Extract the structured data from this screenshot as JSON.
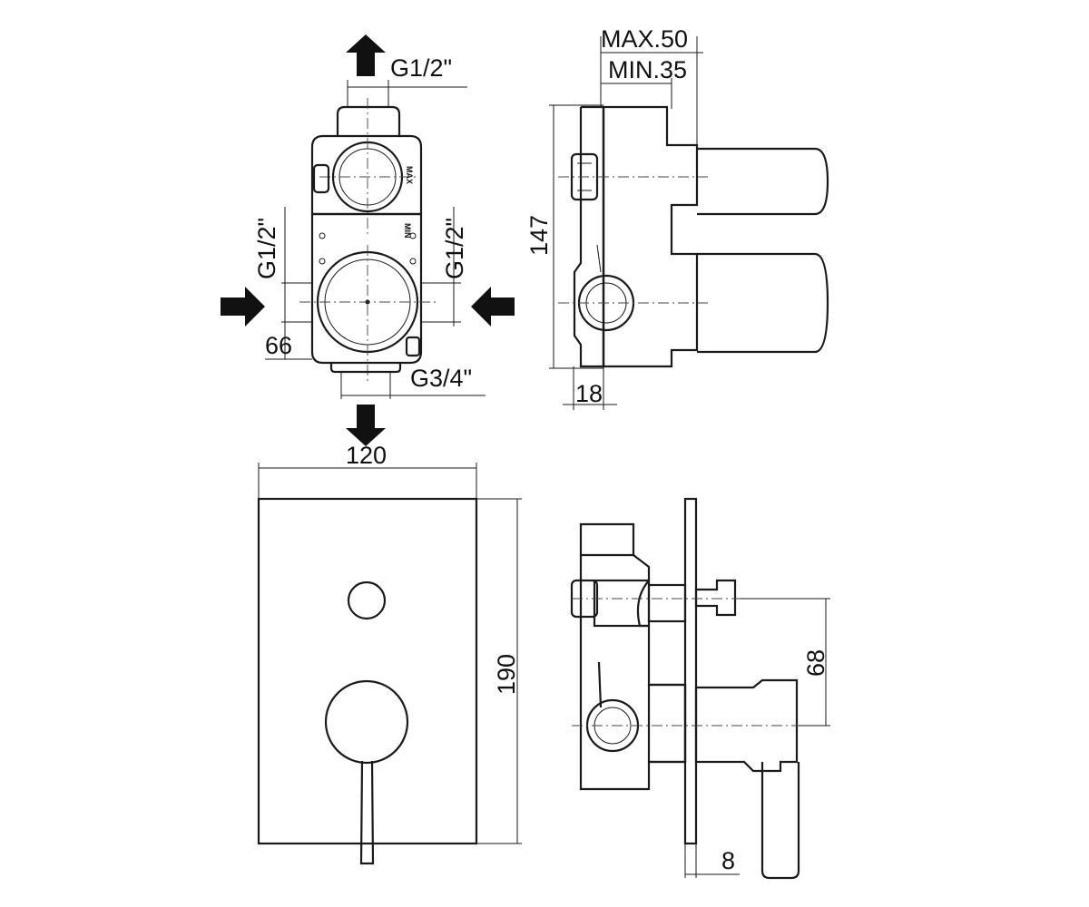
{
  "drawing": {
    "front_view": {
      "top_outlet_label": "G1/2\"",
      "left_inlet_label": "G1/2\"",
      "right_inlet_label": "G1/2\"",
      "bottom_outlet_label": "G3/4\"",
      "inlet_spacing_dim": "66",
      "upper_valve_marking": "MAX",
      "lower_valve_marking": "MIN"
    },
    "side_view": {
      "max_depth_dim": "MAX.50",
      "min_depth_dim": "MIN.35",
      "height_dim": "147",
      "offset_dim": "18"
    },
    "plate_view": {
      "width_dim": "120",
      "height_dim": "190"
    },
    "installed_side_view": {
      "spacing_dim": "68",
      "plate_thickness_dim": "8"
    }
  }
}
